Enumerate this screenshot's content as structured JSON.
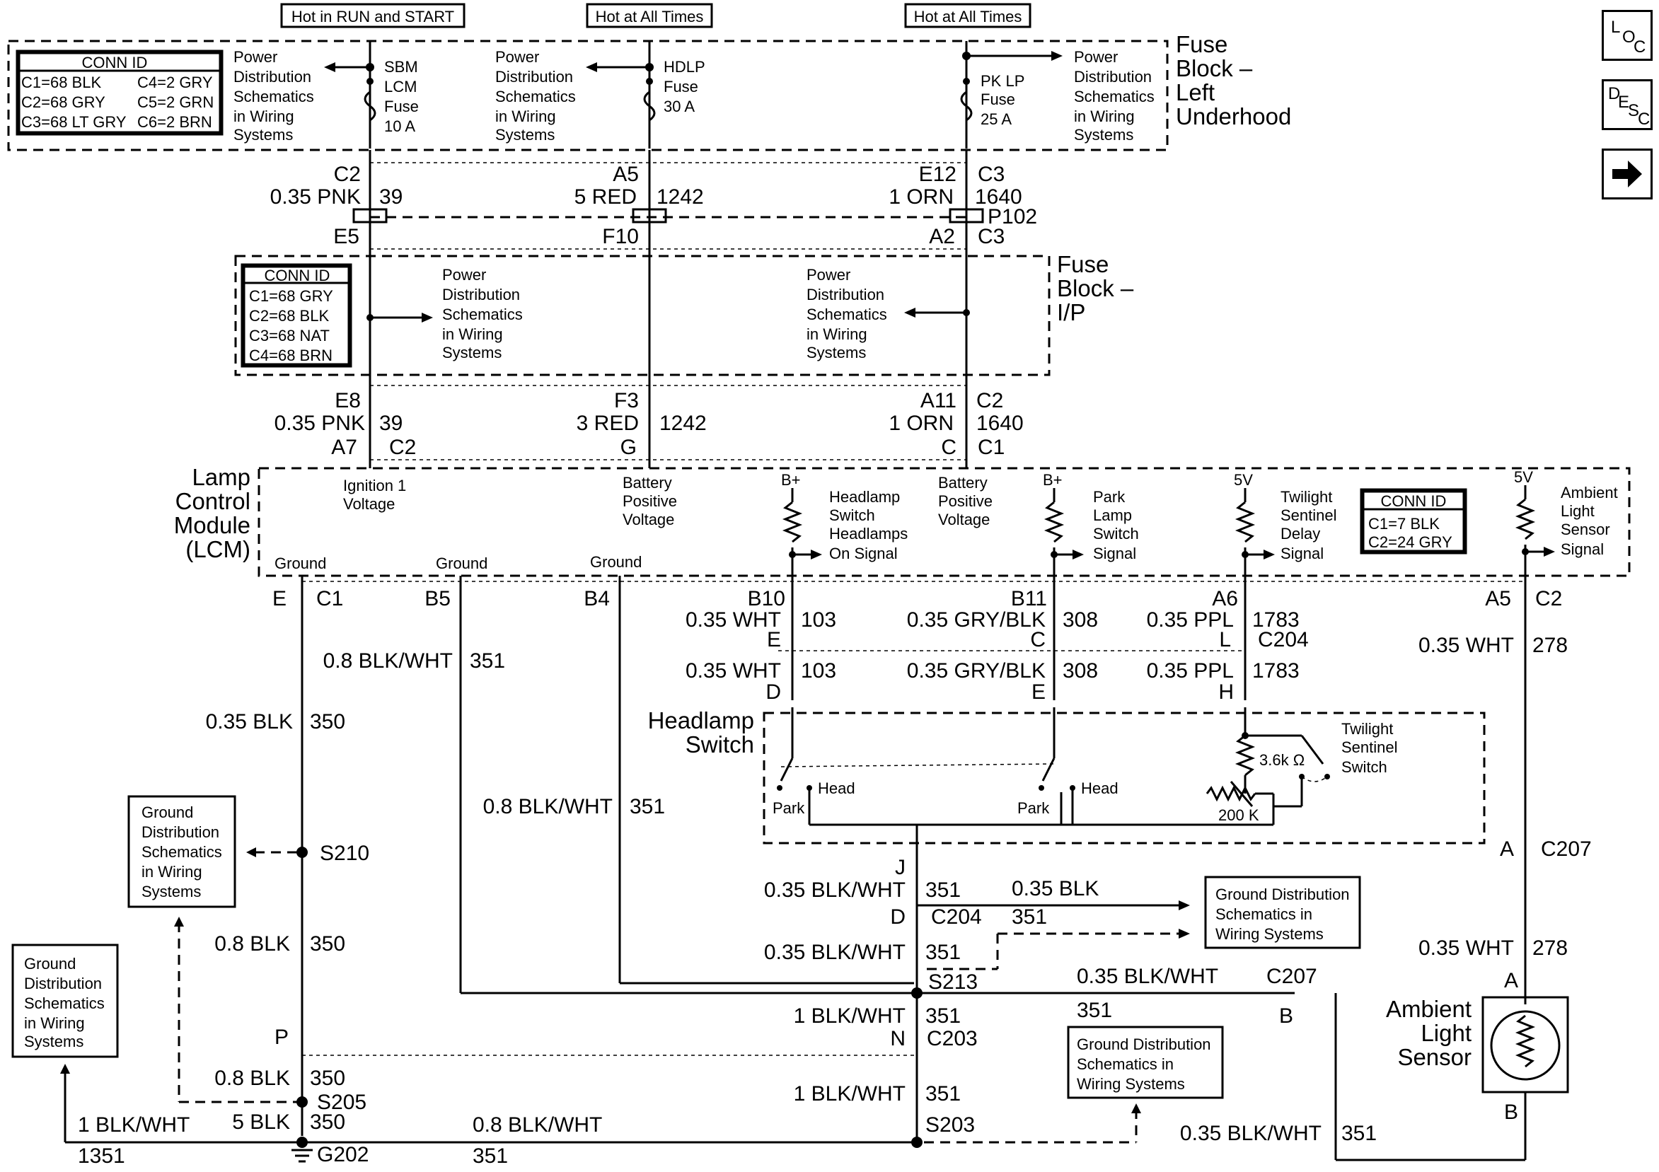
{
  "nav": {
    "loc": [
      "L",
      "O",
      "C"
    ],
    "desc": [
      "D",
      "E",
      "S",
      "C"
    ],
    "next": "arrow-right"
  },
  "headers": {
    "run_start": "Hot in RUN and START",
    "all_times_1": "Hot at All Times",
    "all_times_2": "Hot at All Times"
  },
  "fuse_block_left": {
    "title": [
      "Fuse",
      "Block –",
      "Left",
      "Underhood"
    ],
    "conn_id": {
      "title": "CONN ID",
      "rows": [
        [
          "C1=68 BLK",
          "C4=2 GRY"
        ],
        [
          "C2=68 GRY",
          "C5=2 GRN"
        ],
        [
          "C3=68 LT GRY",
          "C6=2 BRN"
        ]
      ]
    },
    "fuses": [
      [
        "SBM",
        "LCM",
        "Fuse",
        "10 A"
      ],
      [
        "HDLP",
        "Fuse",
        "30 A"
      ],
      [
        "PK LP",
        "Fuse",
        "25 A"
      ]
    ]
  },
  "pds": [
    "Power",
    "Distribution",
    "Schematics",
    "in Wiring",
    "Systems"
  ],
  "fuse_block_ip": {
    "title": [
      "Fuse",
      "Block –",
      "I/P"
    ],
    "conn_id": {
      "title": "CONN ID",
      "rows": [
        "C1=68 GRY",
        "C2=68 BLK",
        "C3=68 NAT",
        "C4=68 BRN"
      ]
    }
  },
  "lcm": {
    "title": [
      "Lamp",
      "Control",
      "Module",
      "(LCM)"
    ],
    "conn_id": {
      "title": "CONN ID",
      "rows": [
        "C1=7 BLK",
        "C2=24 GRY"
      ]
    },
    "ign": [
      "Ignition 1",
      "Voltage"
    ],
    "batt": [
      "Battery",
      "Positive",
      "Voltage"
    ],
    "ground": "Ground",
    "bplus": "B+",
    "fivev": "5V",
    "hs_sig": [
      "Headlamp",
      "Switch",
      "Headlamps",
      "On Signal"
    ],
    "pk_sig": [
      "Park",
      "Lamp",
      "Switch",
      "Signal"
    ],
    "tw_sig": [
      "Twilight",
      "Sentinel",
      "Delay",
      "Signal"
    ],
    "amb_sig": [
      "Ambient",
      "Light",
      "Sensor",
      "Signal"
    ]
  },
  "labels": {
    "c2": "C2",
    "a5": "A5",
    "e12": "E12",
    "c3": "C3",
    "pnk035": "0.35 PNK",
    "n39": "39",
    "red5": "5 RED",
    "n1242": "1242",
    "orn1": "1 ORN",
    "n1640": "1640",
    "e5": "E5",
    "f10": "F10",
    "a2": "A2",
    "p102": "P102",
    "e8": "E8",
    "f3": "F3",
    "a11": "A11",
    "red3": "3 RED",
    "a7": "A7",
    "g": "G",
    "c": "C",
    "c1": "C1",
    "e": "E",
    "b5": "B5",
    "b4": "B4",
    "b10": "B10",
    "b11": "B11",
    "a6": "A6",
    "wht035": "0.35 WHT",
    "n103": "103",
    "grybk": "0.35 GRY/BLK",
    "n308": "308",
    "ppl": "0.35 PPL",
    "n1783": "1783",
    "l": "L",
    "c204": "C204",
    "d": "D",
    "h": "H",
    "n278": "278",
    "bkwht08": "0.8 BLK/WHT",
    "n351": "351",
    "blk035": "0.35 BLK",
    "n350": "350",
    "hs_title": [
      "Headlamp",
      "Switch"
    ],
    "park": "Park",
    "head": "Head",
    "r36": "3.6k Ω",
    "r200": "200 K",
    "tw_switch": [
      "Twilight",
      "Sentinel",
      "Switch"
    ],
    "j": "J",
    "bkwht035": "0.35 BLK/WHT",
    "s213": "S213",
    "c207": "C207",
    "a": "A",
    "b": "B",
    "gds": [
      "Ground",
      "Distribution",
      "Schematics",
      "in Wiring",
      "Systems"
    ],
    "gds2": [
      "Ground Distribution",
      "Schematics in",
      "Wiring Systems"
    ],
    "s210": "S210",
    "blk08": "0.8 BLK",
    "bkwht1": "1 BLK/WHT",
    "n": "N",
    "c203": "C203",
    "p": "P",
    "s205": "S205",
    "s203": "S203",
    "blk5": "5 BLK",
    "n1351": "1351",
    "g202": "G202",
    "als": [
      "Ambient",
      "Light",
      "Sensor"
    ]
  }
}
